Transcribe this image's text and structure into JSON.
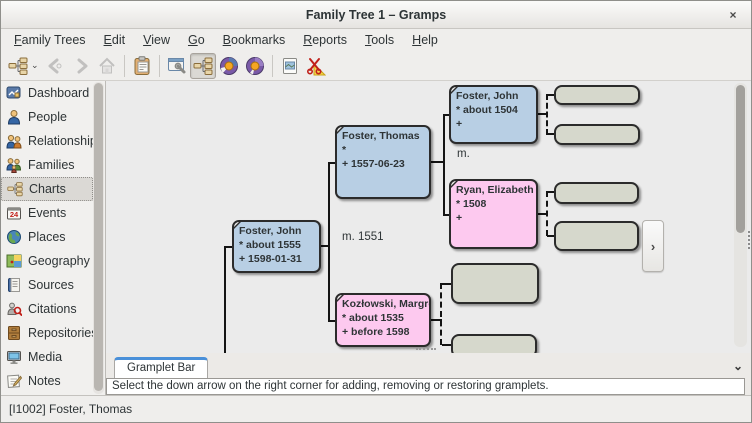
{
  "window": {
    "title": "Family Tree 1 – Gramps",
    "close": "×"
  },
  "menubar": {
    "items": [
      "Family Trees",
      "Edit",
      "View",
      "Go",
      "Bookmarks",
      "Reports",
      "Tools",
      "Help"
    ]
  },
  "toolbar": {
    "buttons": [
      "pedigree-view-switcher",
      "dropdown",
      "back",
      "forward",
      "home",
      "clipboard",
      "configure-view",
      "pedigree-view",
      "fan-chart",
      "full-fan-chart",
      "print",
      "screenshot"
    ],
    "dropdown_glyph": "⌄"
  },
  "sidebar": {
    "selected": "Charts",
    "items": [
      "Dashboard",
      "People",
      "Relationships",
      "Families",
      "Charts",
      "Events",
      "Places",
      "Geography",
      "Sources",
      "Citations",
      "Repositories",
      "Media",
      "Notes"
    ]
  },
  "pedigree": {
    "people": [
      {
        "role": "active-person",
        "name": "Foster, John",
        "birth": "* about 1555",
        "death": "+ 1598-01-31",
        "gender": "male"
      },
      {
        "role": "father",
        "name": "Foster, Thomas",
        "birth": "*",
        "death": "+ 1557-06-23",
        "gender": "male"
      },
      {
        "role": "mother",
        "name": "Kozłowski, Margret",
        "birth": "* about 1535",
        "death": "+ before 1598",
        "gender": "female"
      },
      {
        "role": "paternal-grandfather",
        "name": "Foster, John",
        "birth": "* about 1504",
        "death": "+",
        "gender": "male"
      },
      {
        "role": "paternal-grandmother",
        "name": "Ryan, Elizabeth",
        "birth": "* 1508",
        "death": "+",
        "gender": "female"
      }
    ],
    "labels": {
      "marriage_parents": "m. 1551",
      "marriage_grandparents": "m.",
      "expand_button": "›"
    },
    "empty_box_count": 6
  },
  "gramplet_bar": {
    "tab": "Gramplet Bar",
    "message": "Select the down arrow on the right corner for adding, removing or restoring gramplets.",
    "collapse_glyph": "⌄"
  },
  "statusbar": {
    "text": "[I1002] Foster, Thomas"
  },
  "colors": {
    "male_box": "#b8cfe4",
    "female_box": "#fdc9ef",
    "empty_box": "#d6d8cc",
    "canvas": "#ebebeb",
    "tab_accent": "#4a90d9"
  }
}
